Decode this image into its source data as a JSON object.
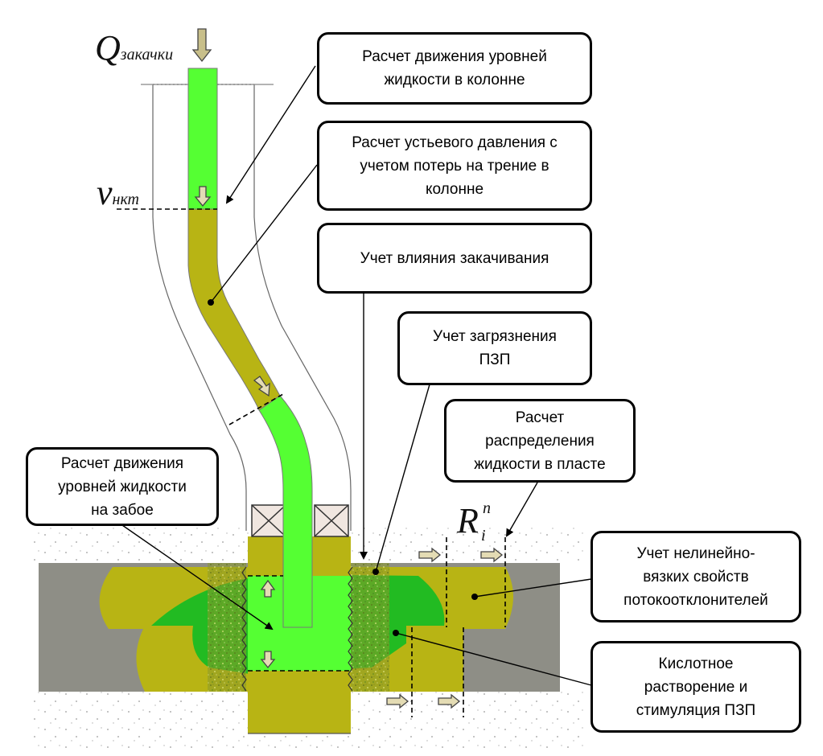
{
  "boxes": {
    "level_column": "Расчет движения уровней\nжидкости в колонне",
    "wellhead_pressure": "Расчет устьевого давления с\nучетом потерь на трение в\nколонне",
    "injection": "Учет влияния закачивания",
    "contamination": "Учет загрязнения\nПЗП",
    "distribution": "Расчет\nраспределения\nжидкости в пласте",
    "level_bottom": "Расчет движения\nуровней жидкости\nна забое",
    "nonlinear": "Учет нелинейно-\nвязких свойств\nпотокоотклонителей",
    "acid": "Кислотное\nрастворение и\nстимуляция ПЗП"
  },
  "math_labels": {
    "q_main": "Q",
    "q_sub": "закачки",
    "v_main": "v",
    "v_sub": "нкт",
    "r_main": "R",
    "r_sub": "i",
    "r_sup": "n"
  },
  "colors": {
    "fluid_green": "#55ff33",
    "fluid_olive": "#b8b414",
    "reservoir_gray": "#8e8e86",
    "dark_green": "#22aa22",
    "packer_fill": "#f0e6e0"
  }
}
